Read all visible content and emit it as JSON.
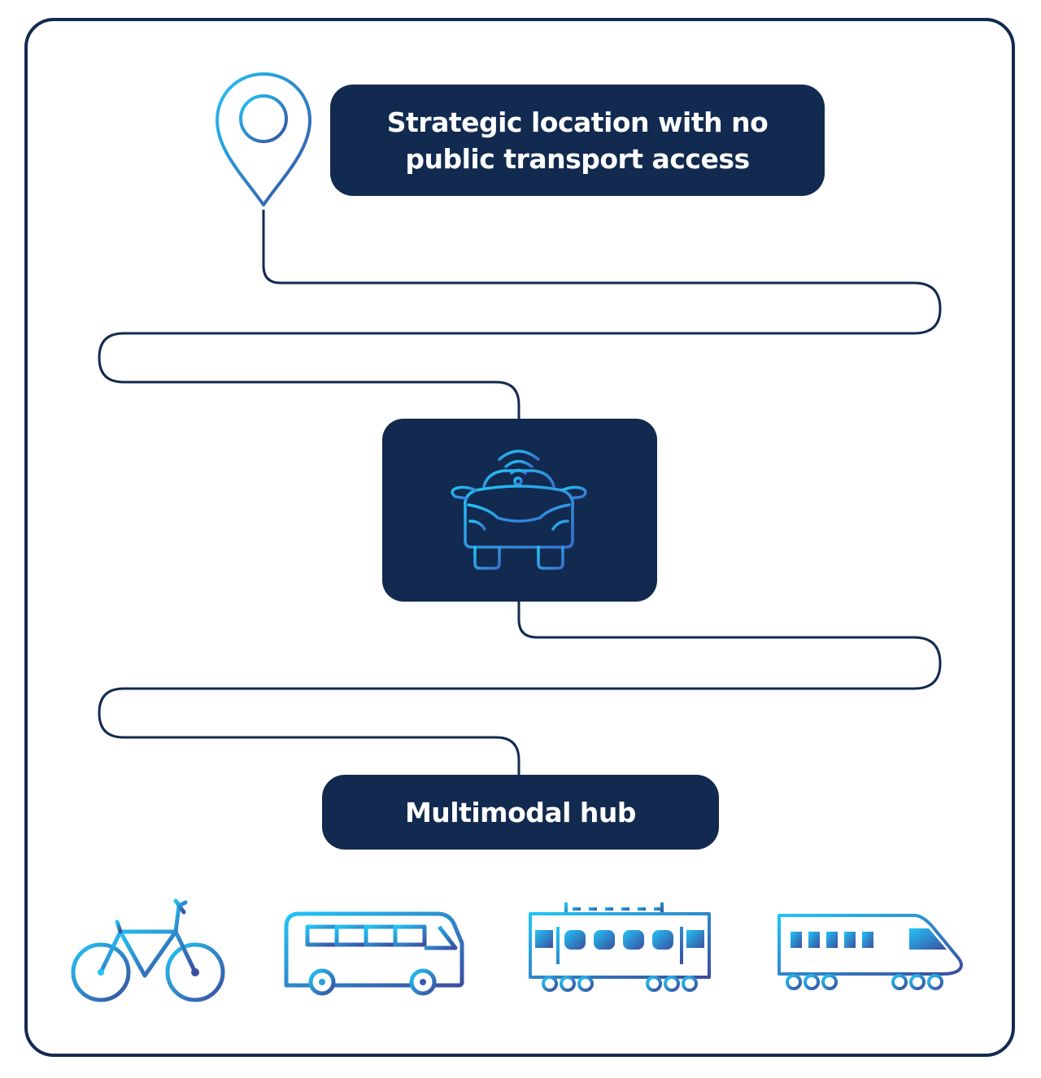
{
  "start_label": [
    "Strategic location with no",
    "public transport access"
  ],
  "hub_label": "Multimodal hub",
  "icons": {
    "start": "location-pin-icon",
    "vehicle": "autonomous-car-icon",
    "modes": [
      "bicycle-icon",
      "bus-icon",
      "tram-icon",
      "train-icon"
    ]
  },
  "colors": {
    "frame": "#132a50",
    "box": "#122a4f",
    "label_text": "#ffffff",
    "gradient_start": "#22c4f5",
    "gradient_end": "#3a4ea0"
  }
}
